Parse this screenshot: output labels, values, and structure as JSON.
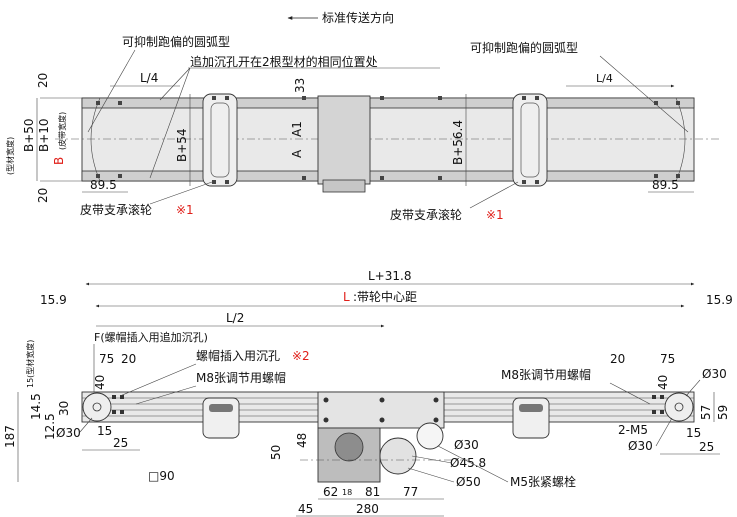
{
  "top_view": {
    "direction_label": "标准传送方向",
    "arc_note_left": "可抑制跑偏的圆弧型",
    "arc_note_right": "可抑制跑偏的圆弧型",
    "counterbore_note": "追加沉孔开在2根型材的相同位置处",
    "dim_quarter_left": "L/4",
    "dim_quarter_right": "L/4",
    "dim_20_top": "20",
    "dim_20_bottom": "20",
    "dim_33": "33",
    "dim_b50": "B+50",
    "dim_b10": "B+10",
    "dim_b_prefix": "B",
    "belt_width_note": "(皮带宽度)",
    "profile_width_note": "(型材宽度)",
    "dim_b54": "B+54",
    "dim_a": "A",
    "dim_a1": "A1",
    "dim_b564": "B+56.4",
    "dim_895_left": "89.5",
    "dim_895_right": "89.5",
    "roller_note_left": "皮带支承滚轮",
    "roller_note_right": "皮带支承滚轮",
    "note_mark_1": "※1",
    "note_mark_1b": "※1"
  },
  "side_view": {
    "dim_l318": "L+31.8",
    "l_prefix": "L",
    "pulley_center_label": ":带轮中心距",
    "dim_159_left": "15.9",
    "dim_159_right": "15.9",
    "dim_l2": "L/2",
    "f_note": "F(螺帽插入用追加沉孔)",
    "nut_hole_note": "螺帽插入用沉孔",
    "note_mark_2": "※2",
    "m8_left": "M8张调节用螺帽",
    "m8_right": "M8张调节用螺帽",
    "dim_75_l": "75",
    "dim_20_l": "20",
    "dim_40_l": "40",
    "dim_20_r": "20",
    "dim_75_r": "75",
    "dim_40_r": "40",
    "dia30_right_top": "Ø30",
    "dim_15_profile": "15(型材宽度)",
    "dim_187": "187",
    "dim_145": "14.5",
    "dim_30": "30",
    "dim_125": "12.5",
    "dia30_left": "Ø30",
    "dim_15_l": "15",
    "dim_25_l": "25",
    "dim_57": "57",
    "dim_59": "59",
    "m5_2": "2-M5",
    "dim_15_r": "15",
    "dia30_right": "Ø30",
    "dim_25_r": "25",
    "dim_48": "48",
    "dim_50": "50",
    "dia30_motor": "Ø30",
    "dia458": "Ø45.8",
    "dia50": "Ø50",
    "m5_bolt": "M5张紧螺栓",
    "square_90": "□90",
    "dim_62": "62",
    "dim_18": "18",
    "dim_81": "81",
    "dim_77": "77",
    "dim_45": "45",
    "dim_280": "280"
  }
}
